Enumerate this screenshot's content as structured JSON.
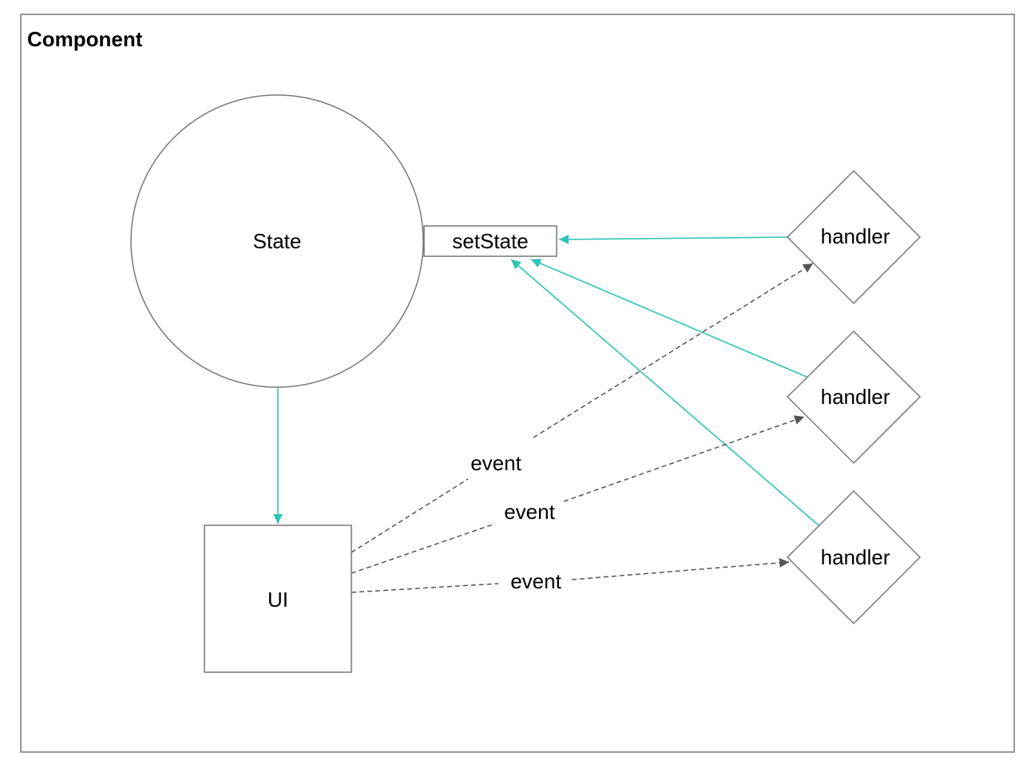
{
  "colors": {
    "accent": "#2ec4b6",
    "outline": "#777777",
    "dashed": "#555555",
    "text": "#000000",
    "background": "#ffffff"
  },
  "container": {
    "title": "Component"
  },
  "nodes": {
    "state": {
      "label": "State",
      "shape": "circle"
    },
    "set_state": {
      "label": "setState",
      "shape": "rectangle"
    },
    "ui": {
      "label": "UI",
      "shape": "square"
    },
    "handlers": [
      {
        "label": "handler",
        "shape": "diamond"
      },
      {
        "label": "handler",
        "shape": "diamond"
      },
      {
        "label": "handler",
        "shape": "diamond"
      }
    ]
  },
  "edges": {
    "state_to_ui": {
      "from": "State",
      "to": "UI",
      "style": "solid"
    },
    "handler_to_setstate": [
      {
        "from": "handler",
        "to": "setState",
        "style": "solid"
      },
      {
        "from": "handler",
        "to": "setState",
        "style": "solid"
      },
      {
        "from": "handler",
        "to": "setState",
        "style": "solid"
      }
    ],
    "ui_to_handler": [
      {
        "from": "UI",
        "to": "handler",
        "label": "event",
        "style": "dashed"
      },
      {
        "from": "UI",
        "to": "handler",
        "label": "event",
        "style": "dashed"
      },
      {
        "from": "UI",
        "to": "handler",
        "label": "event",
        "style": "dashed"
      }
    ]
  }
}
